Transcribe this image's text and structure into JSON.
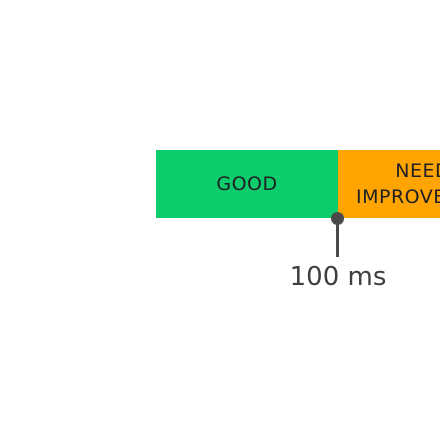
{
  "segments": {
    "good": {
      "label": "GOOD",
      "color": "#0ccd6b"
    },
    "needs_improvement": {
      "label_line1": "NEEDS",
      "label_line2": "IMPROVEMENT",
      "color": "#ffa400"
    }
  },
  "threshold": {
    "label": "100 ms",
    "color": "#4a4a4a"
  }
}
